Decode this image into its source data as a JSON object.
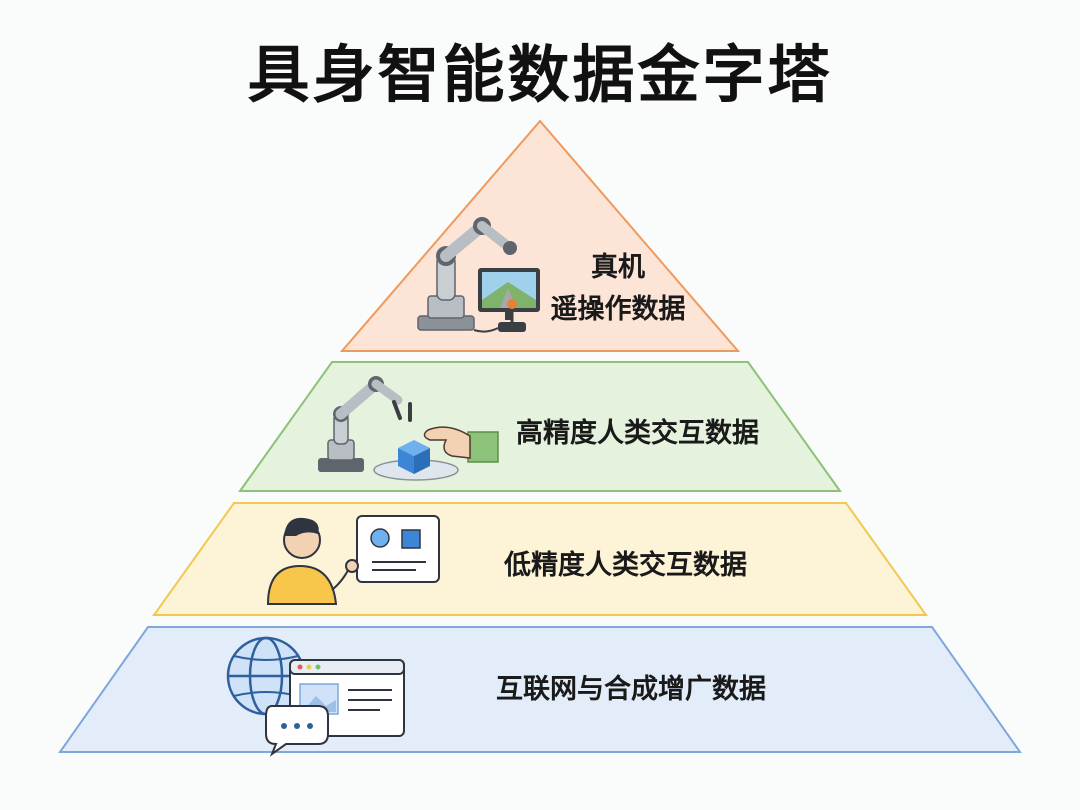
{
  "title": "具身智能数据金字塔",
  "colors": {
    "tier1_fill": "#fce4d6",
    "tier1_stroke": "#ef9a5c",
    "tier2_fill": "#e5f2dd",
    "tier2_stroke": "#8cc27a",
    "tier3_fill": "#fdf3d6",
    "tier3_stroke": "#f2c84e",
    "tier4_fill": "#e3edf9",
    "tier4_stroke": "#7ea8dc",
    "icon_blue": "#3d86d6",
    "robot_gray": "#9aa1a8"
  },
  "tiers": [
    {
      "line1": "真机",
      "line2": "遥操作数据",
      "icons": [
        "robot-arm-icon",
        "monitor-icon",
        "joystick-icon"
      ]
    },
    {
      "label": "高精度人类交互数据",
      "icons": [
        "robot-gripper-icon",
        "cube-icon",
        "hand-icon"
      ]
    },
    {
      "label": "低精度人类交互数据",
      "icons": [
        "person-icon",
        "touch-screen-icon"
      ]
    },
    {
      "label": "互联网与合成增广数据",
      "icons": [
        "globe-icon",
        "browser-window-icon",
        "chat-bubble-icon"
      ]
    }
  ]
}
